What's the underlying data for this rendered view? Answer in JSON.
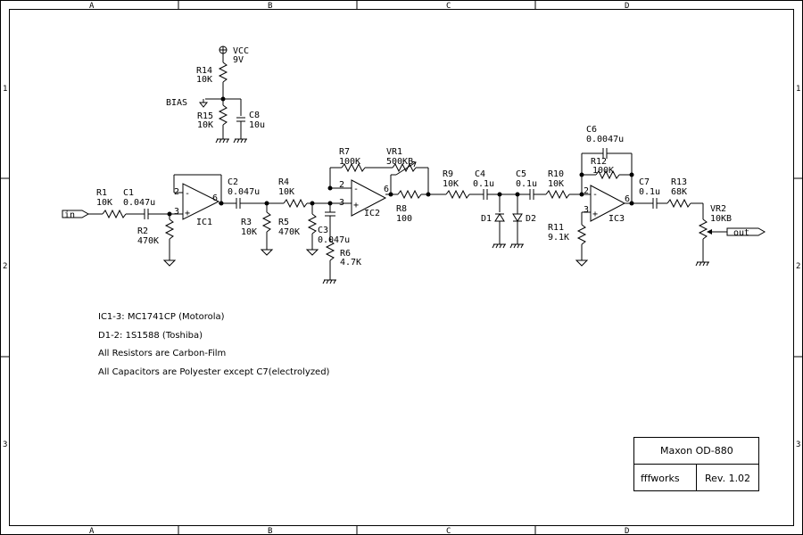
{
  "zones": {
    "cols": [
      "A",
      "B",
      "C",
      "D"
    ],
    "rows": [
      "1",
      "2",
      "3"
    ]
  },
  "supply": {
    "vcc": "VCC",
    "vcc_val": "9V",
    "bias": "BIAS"
  },
  "ports": {
    "in": "in",
    "out": "out"
  },
  "ics": {
    "ic1": "IC1",
    "ic2": "IC2",
    "ic3": "IC3"
  },
  "pins": {
    "p2": "2",
    "p3": "3",
    "p6": "6",
    "minus": "-",
    "plus": "+"
  },
  "parts": {
    "r1": "R1",
    "r1_v": "10K",
    "c1": "C1",
    "c1_v": "0.047u",
    "r2": "R2",
    "r2_v": "470K",
    "c2": "C2",
    "c2_v": "0.047u",
    "r3": "R3",
    "r3_v": "10K",
    "r4": "R4",
    "r4_v": "10K",
    "r5": "R5",
    "r5_v": "470K",
    "c3": "C3",
    "c3_v": "0.047u",
    "r6": "R6",
    "r6_v": "4.7K",
    "r7": "R7",
    "r7_v": "100K",
    "vr1": "VR1",
    "vr1_v": "500KB",
    "r8": "R8",
    "r8_v": "100",
    "r9": "R9",
    "r9_v": "10K",
    "c4": "C4",
    "c4_v": "0.1u",
    "c5": "C5",
    "c5_v": "0.1u",
    "d1": "D1",
    "d2": "D2",
    "r10": "R10",
    "r10_v": "10K",
    "r11": "R11",
    "r11_v": "9.1K",
    "c6": "C6",
    "c6_v": "0.0047u",
    "r12": "R12",
    "r12_v": "100K",
    "c7": "C7",
    "c7_v": "0.1u",
    "r13": "R13",
    "r13_v": "68K",
    "vr2": "VR2",
    "vr2_v": "10KB",
    "r14": "R14",
    "r14_v": "10K",
    "r15": "R15",
    "r15_v": "10K",
    "c8": "C8",
    "c8_v": "10u"
  },
  "notes": [
    "IC1-3: MC1741CP (Motorola)",
    "D1-2: 1S1588 (Toshiba)",
    "All Resistors are Carbon-Film",
    "All Capacitors are Polyester except C7(electrolyzed)"
  ],
  "title_block": {
    "title": "Maxon OD-880",
    "author": "fffworks",
    "rev": "Rev. 1.02"
  }
}
